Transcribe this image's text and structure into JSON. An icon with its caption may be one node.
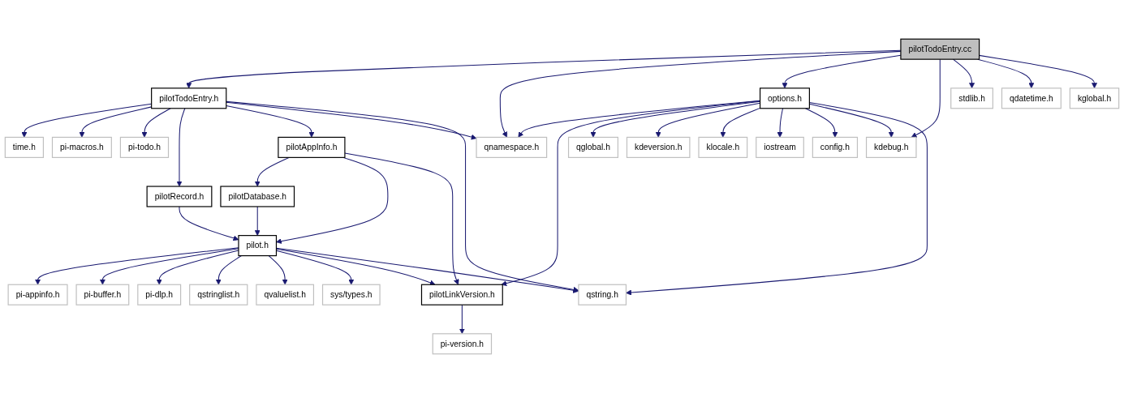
{
  "diagram": {
    "nodes": [
      {
        "text": [
          "pilotTodoEntry.cc"
        ]
      },
      {
        "text": [
          "pilotTodoEntry.h"
        ]
      },
      {
        "text": [
          "options.h"
        ]
      },
      {
        "text": [
          "stdlib.h"
        ]
      },
      {
        "text": [
          "qdatetime.h"
        ]
      },
      {
        "text": [
          "kglobal.h"
        ]
      },
      {
        "text": [
          "time.h"
        ]
      },
      {
        "text": [
          "pi-macros.h"
        ]
      },
      {
        "text": [
          "pi-todo.h"
        ]
      },
      {
        "text": [
          "pilotAppInfo.h"
        ]
      },
      {
        "text": [
          "qnamespace.h"
        ]
      },
      {
        "text": [
          "qglobal.h"
        ]
      },
      {
        "text": [
          "kdeversion.h"
        ]
      },
      {
        "text": [
          "klocale.h"
        ]
      },
      {
        "text": [
          "iostream"
        ]
      },
      {
        "text": [
          "config.h"
        ]
      },
      {
        "text": [
          "kdebug.h"
        ]
      },
      {
        "text": [
          "pilotRecord.h"
        ]
      },
      {
        "text": [
          "pilotDatabase.h"
        ]
      },
      {
        "text": [
          "pilot.h"
        ]
      },
      {
        "text": [
          "pi-appinfo.h"
        ]
      },
      {
        "text": [
          "pi-buffer.h"
        ]
      },
      {
        "text": [
          "pi-dlp.h"
        ]
      },
      {
        "text": [
          "qstringlist.h"
        ]
      },
      {
        "text": [
          "qvaluelist.h"
        ]
      },
      {
        "text": [
          "sys/types.h"
        ]
      },
      {
        "text": [
          "pilotLinkVersion.h"
        ]
      },
      {
        "text": [
          "qstring.h"
        ]
      },
      {
        "text": [
          "pi-version.h"
        ]
      }
    ],
    "edges": [
      {
        "from": 0,
        "to": 1,
        "arrow": "to"
      },
      {
        "from": 0,
        "to": 10,
        "arrow": "to"
      },
      {
        "from": 0,
        "to": 2,
        "arrow": "to"
      },
      {
        "from": 0,
        "to": 16,
        "arrow": "to"
      },
      {
        "from": 0,
        "to": 3,
        "arrow": "to"
      },
      {
        "from": 0,
        "to": 4,
        "arrow": "to"
      },
      {
        "from": 0,
        "to": 5,
        "arrow": "to"
      },
      {
        "from": 1,
        "to": 6,
        "arrow": "to"
      },
      {
        "from": 1,
        "to": 7,
        "arrow": "to"
      },
      {
        "from": 1,
        "to": 8,
        "arrow": "to"
      },
      {
        "from": 1,
        "to": 17,
        "arrow": "to"
      },
      {
        "from": 1,
        "to": 9,
        "arrow": "to"
      },
      {
        "from": 1,
        "to": 10,
        "arrow": "to"
      },
      {
        "from": 1,
        "to": 27,
        "arrow": "to"
      },
      {
        "from": 2,
        "to": 10,
        "arrow": "to"
      },
      {
        "from": 2,
        "to": 26,
        "arrow": "to"
      },
      {
        "from": 2,
        "to": 11,
        "arrow": "to"
      },
      {
        "from": 2,
        "to": 12,
        "arrow": "to"
      },
      {
        "from": 2,
        "to": 13,
        "arrow": "to"
      },
      {
        "from": 2,
        "to": 14,
        "arrow": "to"
      },
      {
        "from": 2,
        "to": 15,
        "arrow": "to"
      },
      {
        "from": 2,
        "to": 16,
        "arrow": "to"
      },
      {
        "from": 2,
        "to": 27,
        "arrow": "to"
      },
      {
        "from": 9,
        "to": 18,
        "arrow": "to"
      },
      {
        "from": 9,
        "to": 19,
        "arrow": "to"
      },
      {
        "from": 9,
        "to": 26,
        "arrow": "to"
      },
      {
        "from": 17,
        "to": 19,
        "arrow": "to"
      },
      {
        "from": 18,
        "to": 19,
        "arrow": "to"
      },
      {
        "from": 19,
        "to": 20,
        "arrow": "to"
      },
      {
        "from": 19,
        "to": 21,
        "arrow": "to"
      },
      {
        "from": 19,
        "to": 22,
        "arrow": "to"
      },
      {
        "from": 19,
        "to": 23,
        "arrow": "to"
      },
      {
        "from": 19,
        "to": 24,
        "arrow": "to"
      },
      {
        "from": 19,
        "to": 25,
        "arrow": "to"
      },
      {
        "from": 19,
        "to": 26,
        "arrow": "to"
      },
      {
        "from": 19,
        "to": 27,
        "arrow": "to"
      },
      {
        "from": 26,
        "to": 28,
        "arrow": "to"
      }
    ]
  }
}
